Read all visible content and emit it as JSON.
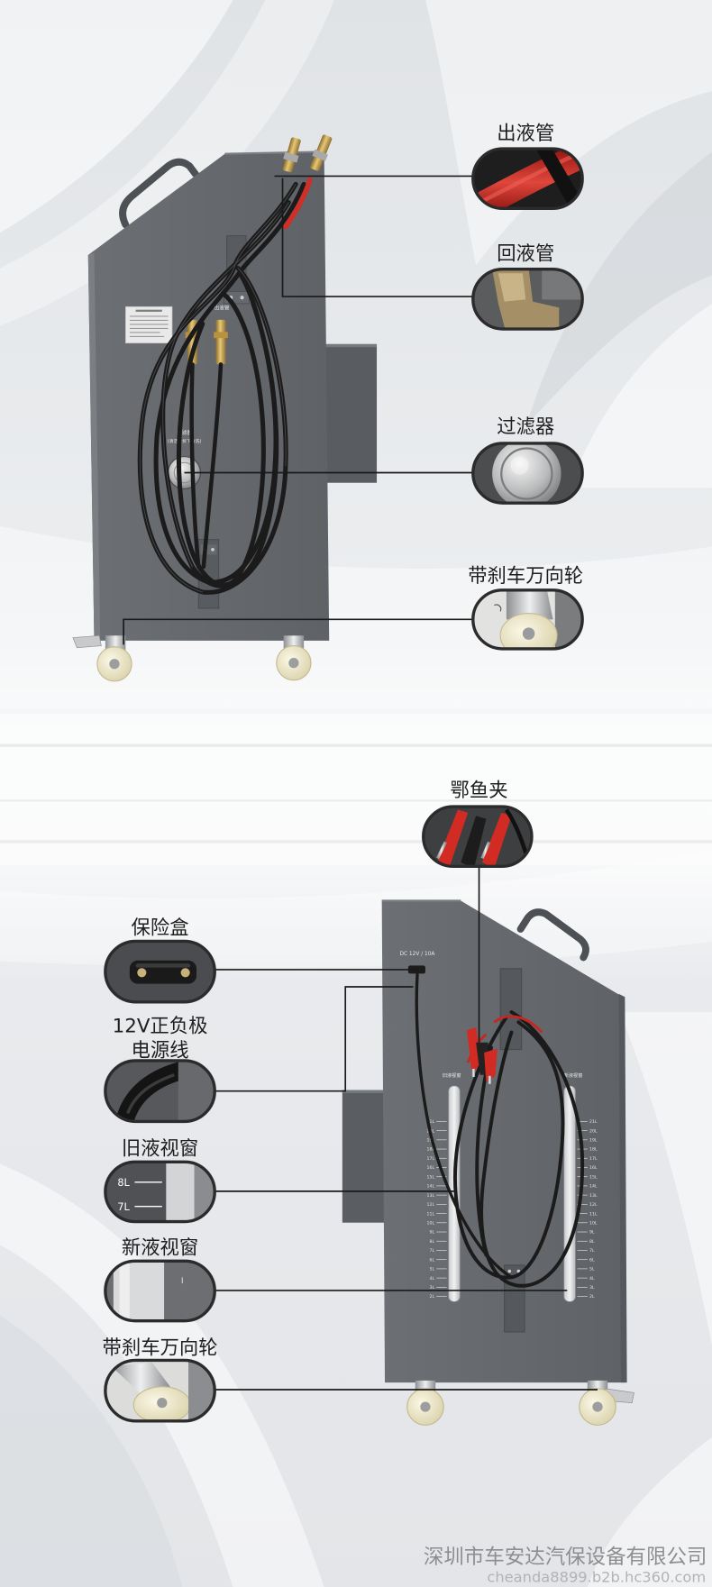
{
  "callouts_top": [
    {
      "label": "出液管"
    },
    {
      "label": "回液管"
    },
    {
      "label": "过滤器"
    },
    {
      "label": "带刹车万向轮"
    }
  ],
  "callouts_bottom": [
    {
      "label": "鄂鱼夹"
    },
    {
      "label": "保险盒"
    },
    {
      "label_line1": "12V正负极",
      "label_line2": "电源线"
    },
    {
      "label": "旧液视窗",
      "inset_marks": [
        "8L",
        "7L"
      ]
    },
    {
      "label": "新液视窗"
    },
    {
      "label": "带刹车万向轮"
    }
  ],
  "machine_front": {
    "hose_port_label": "出液管",
    "filter_label": "过滤器",
    "filter_note": "(清洁时拆下清洗)"
  },
  "machine_rear": {
    "power_label": "DC 12V / 10A",
    "left_window_label": "旧液视窗",
    "right_window_label": "新液视窗",
    "scale_marks": [
      "21L",
      "20L",
      "19L",
      "18L",
      "17L",
      "16L",
      "15L",
      "14L",
      "13L",
      "12L",
      "11L",
      "10L",
      "9L",
      "8L",
      "7L",
      "6L",
      "5L",
      "4L",
      "3L",
      "2L"
    ]
  },
  "footer": {
    "company": "深圳市车安达汽保设备有限公司",
    "url": "cheanda8899.b2b.hc360.com"
  },
  "colors": {
    "cabinet": "#63666a",
    "hose_red": "#c8261f",
    "clip_red": "#d12b24",
    "callout_border": "#2b2b2b",
    "wheel": "#efe9c9"
  }
}
